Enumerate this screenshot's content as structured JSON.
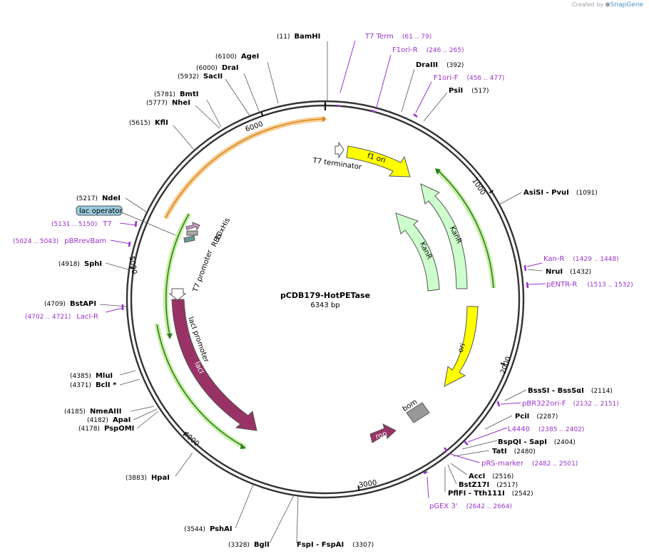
{
  "branding": {
    "prefix": "Created by",
    "name": "SnapGene"
  },
  "plasmid": {
    "name": "pCDB179-HotPETase",
    "length": 6343,
    "length_label": "6343 bp"
  },
  "ticks": [
    "1000",
    "2000",
    "3000",
    "4000",
    "5000",
    "6000"
  ],
  "colors": {
    "backbone": "#333333",
    "enzyme": "#000000",
    "primer": "#9933cc",
    "f1ori": "#ffff00",
    "ori": "#ffff00",
    "kanr": "#ccffcc",
    "laci": "#993366",
    "rop": "#993366",
    "bom": "#999999",
    "lac_operator": "#99ccdd",
    "t7_promoter": "#ffffff",
    "t7_term": "#ffffff",
    "his": "#cc99cc",
    "rbs": "#669999",
    "orf_line": "#2e7d1e",
    "orf_line_orange": "#e8a020"
  },
  "enzymes": [
    {
      "name": "BamHI",
      "pos": "(11)",
      "suffix": ""
    },
    {
      "name": "AgeI",
      "pos": "(6100)",
      "suffix": ""
    },
    {
      "name": "DraI",
      "pos": "(6000)",
      "suffix": ""
    },
    {
      "name": "SacII",
      "pos": "(5932)",
      "suffix": ""
    },
    {
      "name": "BmtI",
      "pos": "(5781)",
      "suffix": ""
    },
    {
      "name": "NheI",
      "pos": "(5777)",
      "suffix": ""
    },
    {
      "name": "KflI",
      "pos": "(5615)",
      "suffix": ""
    },
    {
      "name": "DraIII",
      "pos": "(392)",
      "suffix": ""
    },
    {
      "name": "PsiI",
      "pos": "(517)",
      "suffix": ""
    },
    {
      "name": "AsiSI",
      "pos": "(1091)",
      "suffix": " - PvuI"
    },
    {
      "name": "NruI",
      "pos": "(1432)",
      "suffix": ""
    },
    {
      "name": "NdeI",
      "pos": "(5217)",
      "suffix": ""
    },
    {
      "name": "SphI",
      "pos": "(4918)",
      "suffix": ""
    },
    {
      "name": "BstAPI",
      "pos": "(4709)",
      "suffix": ""
    },
    {
      "name": "MluI",
      "pos": "(4385)",
      "suffix": ""
    },
    {
      "name": "BclI *",
      "pos": "(4371)",
      "suffix": ""
    },
    {
      "name": "NmeAIII",
      "pos": "(4185)",
      "suffix": ""
    },
    {
      "name": "ApaI",
      "pos": "(4182)",
      "suffix": ""
    },
    {
      "name": "PspOMI",
      "pos": "(4178)",
      "suffix": ""
    },
    {
      "name": "HpaI",
      "pos": "(3883)",
      "suffix": ""
    },
    {
      "name": "PshAI",
      "pos": "(3544)",
      "suffix": ""
    },
    {
      "name": "BglI",
      "pos": "(3328)",
      "suffix": ""
    },
    {
      "name": "FspI",
      "pos": "(3307)",
      "suffix": " - FspAI"
    },
    {
      "name": "BssSI",
      "pos": "(2114)",
      "suffix": " - BssSαI"
    },
    {
      "name": "PciI",
      "pos": "(2287)",
      "suffix": ""
    },
    {
      "name": "BspQI",
      "pos": "(2404)",
      "suffix": " - SapI"
    },
    {
      "name": "TatI",
      "pos": "(2480)",
      "suffix": ""
    },
    {
      "name": "AccI",
      "pos": "(2516)",
      "suffix": ""
    },
    {
      "name": "BstZ17I",
      "pos": "(2517)",
      "suffix": ""
    },
    {
      "name": "PflFI",
      "pos": "(2542)",
      "suffix": " - Tth111I"
    }
  ],
  "primers": [
    {
      "name": "T7 Term",
      "range": "(61 .. 79)"
    },
    {
      "name": "F1ori-R",
      "range": "(246 .. 265)"
    },
    {
      "name": "F1ori-F",
      "range": "(456 .. 477)"
    },
    {
      "name": "Kan-R",
      "range": "(1429 .. 1448)"
    },
    {
      "name": "pENTR-R",
      "range": "(1513 .. 1532)"
    },
    {
      "name": "T7",
      "range": "(5131 .. 5150)"
    },
    {
      "name": "pBRrevBam",
      "range": "(5024 .. 5043)"
    },
    {
      "name": "LacI-R",
      "range": "(4702 .. 4721)"
    },
    {
      "name": "pBR322ori-F",
      "range": "(2132 .. 2151)"
    },
    {
      "name": "L4440",
      "range": "(2385 .. 2402)"
    },
    {
      "name": "pRS-marker",
      "range": "(2482 .. 2501)"
    },
    {
      "name": "pGEX 3'",
      "range": "(2642 .. 2664)"
    }
  ],
  "features": [
    {
      "name": "f1 ori"
    },
    {
      "name": "KanR"
    },
    {
      "name": "KanR"
    },
    {
      "name": "ori"
    },
    {
      "name": "lacI"
    },
    {
      "name": "rop"
    },
    {
      "name": "bom"
    },
    {
      "name": "T7 terminator"
    },
    {
      "name": "T7 promoter"
    },
    {
      "name": "lacI promoter"
    },
    {
      "name": "10xHis"
    },
    {
      "name": "RBS"
    },
    {
      "name": "lac operator"
    }
  ]
}
